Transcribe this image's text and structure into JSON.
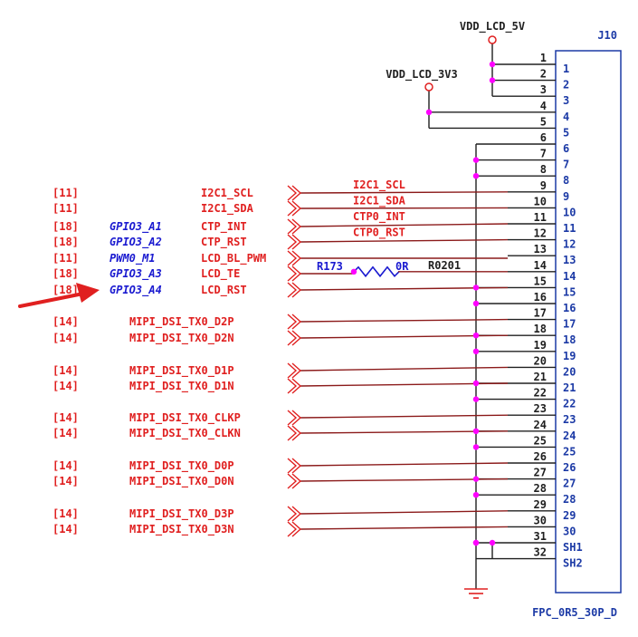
{
  "colors": {
    "red": "#e02020",
    "blue": "#1a1ad0",
    "maroon": "#8b1a1a",
    "dark_blue": "#1c3aa6",
    "pink": "#ff00ff",
    "black": "#202020"
  },
  "connector": {
    "ref": "J10",
    "part": "FPC_0R5_30P_D",
    "pin_labels": [
      "1",
      "2",
      "3",
      "4",
      "5",
      "6",
      "7",
      "8",
      "9",
      "10",
      "11",
      "12",
      "13",
      "14",
      "15",
      "16",
      "17",
      "18",
      "19",
      "20",
      "21",
      "22",
      "23",
      "24",
      "25",
      "26",
      "27",
      "28",
      "29",
      "30",
      "SH1",
      "SH2"
    ],
    "wire_numbers": [
      "1",
      "2",
      "3",
      "4",
      "5",
      "6",
      "7",
      "8",
      "9",
      "10",
      "11",
      "12",
      "13",
      "14",
      "15",
      "16",
      "17",
      "18",
      "19",
      "20",
      "21",
      "22",
      "23",
      "24",
      "25",
      "26",
      "27",
      "28",
      "29",
      "30",
      "31",
      "32"
    ]
  },
  "power": {
    "vdd_5v": "VDD_LCD_5V",
    "vdd_3v3": "VDD_LCD_3V3"
  },
  "resistor": {
    "ref": "R173",
    "value": "0R",
    "package": "R0201"
  },
  "nets": [
    {
      "sheet": "[11]",
      "alt": "",
      "name": "I2C1_SCL",
      "wire": "I2C1_SCL"
    },
    {
      "sheet": "[11]",
      "alt": "",
      "name": "I2C1_SDA",
      "wire": "I2C1_SDA"
    },
    {
      "sheet": "[18]",
      "alt": "GPIO3_A1",
      "name": "CTP_INT",
      "wire": "CTP0_INT"
    },
    {
      "sheet": "[18]",
      "alt": "GPIO3_A2",
      "name": "CTP_RST",
      "wire": "CTP0_RST"
    },
    {
      "sheet": "[11]",
      "alt": "PWM0_M1",
      "name": "LCD_BL_PWM",
      "wire": ""
    },
    {
      "sheet": "[18]",
      "alt": "GPIO3_A3",
      "name": "LCD_TE",
      "wire": ""
    },
    {
      "sheet": "[18]",
      "alt": "GPIO3_A4",
      "name": "LCD_RST",
      "wire": ""
    },
    {
      "sheet": "[14]",
      "alt": "",
      "name": "MIPI_DSI_TX0_D2P",
      "wire": ""
    },
    {
      "sheet": "[14]",
      "alt": "",
      "name": "MIPI_DSI_TX0_D2N",
      "wire": ""
    },
    {
      "sheet": "[14]",
      "alt": "",
      "name": "MIPI_DSI_TX0_D1P",
      "wire": ""
    },
    {
      "sheet": "[14]",
      "alt": "",
      "name": "MIPI_DSI_TX0_D1N",
      "wire": ""
    },
    {
      "sheet": "[14]",
      "alt": "",
      "name": "MIPI_DSI_TX0_CLKP",
      "wire": ""
    },
    {
      "sheet": "[14]",
      "alt": "",
      "name": "MIPI_DSI_TX0_CLKN",
      "wire": ""
    },
    {
      "sheet": "[14]",
      "alt": "",
      "name": "MIPI_DSI_TX0_D0P",
      "wire": ""
    },
    {
      "sheet": "[14]",
      "alt": "",
      "name": "MIPI_DSI_TX0_D0N",
      "wire": ""
    },
    {
      "sheet": "[14]",
      "alt": "",
      "name": "MIPI_DSI_TX0_D3P",
      "wire": ""
    },
    {
      "sheet": "[14]",
      "alt": "",
      "name": "MIPI_DSI_TX0_D3N",
      "wire": ""
    }
  ]
}
